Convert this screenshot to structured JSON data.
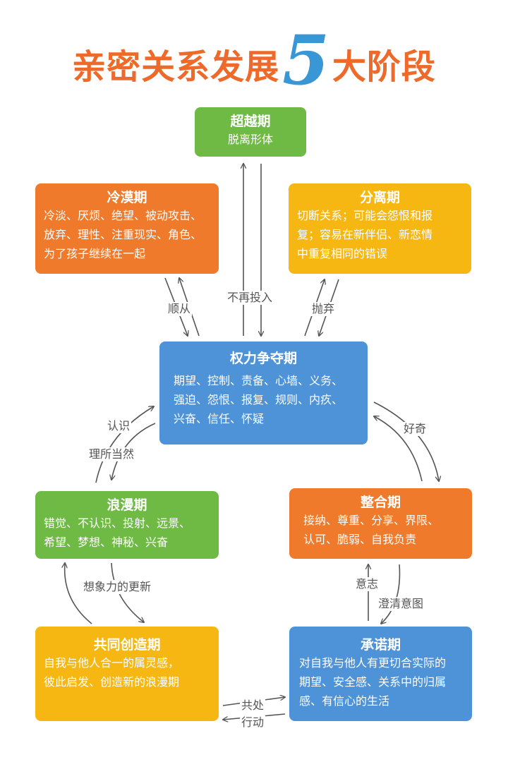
{
  "title": {
    "main": "亲密关系发展",
    "number": "5",
    "suffix": "大阶段"
  },
  "stages": {
    "transcend": {
      "name": "超越期",
      "desc": "脱离形体"
    },
    "cold": {
      "name": "冷漠期",
      "lines": [
        "冷淡、厌烦、绝望、被动攻击、",
        "放弃、理性、注重现实、角色、",
        "为了孩子继续在一起"
      ]
    },
    "separation": {
      "name": "分离期",
      "lines": [
        "切断关系；可能会怨恨和报",
        "复；容易在新伴侣、新恋情",
        "中重复相同的错误"
      ]
    },
    "power": {
      "name": "权力争夺期",
      "lines": [
        "期望、控制、责备、心墙、义务、",
        "强迫、怨恨、报复、规则、内疚、",
        "兴奋、信任、怀疑"
      ]
    },
    "romance": {
      "name": "浪漫期",
      "lines": [
        "错觉、不认识、投射、远景、",
        "希望、梦想、神秘、兴奋"
      ]
    },
    "integration": {
      "name": "整合期",
      "lines": [
        "接纳、尊重、分享、界限、",
        "认可、脆弱、自我负责"
      ]
    },
    "cocreation": {
      "name": "共同创造期",
      "lines": [
        "自我与他人合一的属灵感，",
        "彼此启发、创造新的浪漫期"
      ]
    },
    "commitment": {
      "name": "承诺期",
      "lines": [
        "对自我与他人有更切合实际的",
        "期望、安全感、关系中的归属",
        "感、有信心的生活"
      ]
    }
  },
  "labels": {
    "no_more_input": "不再投入",
    "obey": "顺从",
    "abandon": "抛弃",
    "recognize": "认识",
    "take_for_granted": "理所当然",
    "curious": "好奇",
    "imagination_renewal": "想象力的更新",
    "will": "意志",
    "clarify_intent": "澄清意图",
    "co_exist": "共处",
    "act": "行动"
  },
  "colors": {
    "green": "#6fba44",
    "orange": "#ef7a2c",
    "yellow": "#f6b713",
    "blue": "#4e92d7",
    "title_orange": "#ee6a2a",
    "title_blue": "#3a97d6",
    "arrow": "#555555"
  }
}
